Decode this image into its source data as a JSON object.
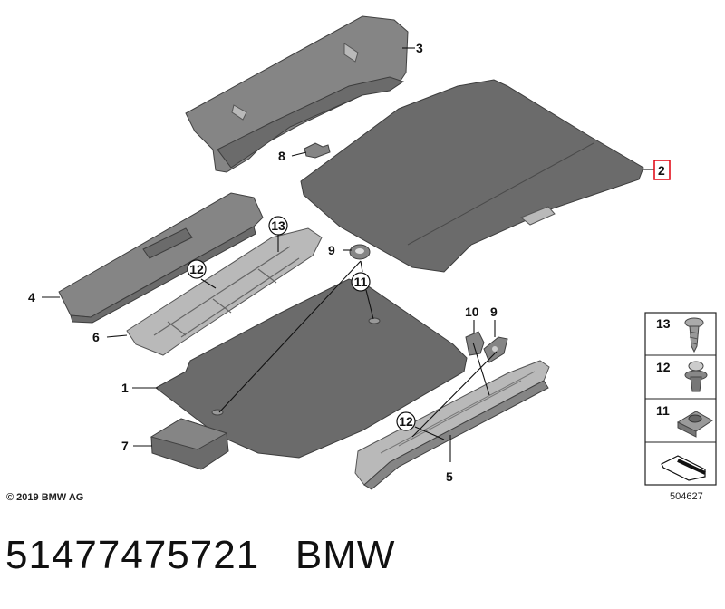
{
  "callouts": {
    "c1": "1",
    "c2": "2",
    "c3": "3",
    "c4": "4",
    "c5": "5",
    "c6": "6",
    "c7": "7",
    "c8": "8",
    "c9a": "9",
    "c9b": "9",
    "c10": "10",
    "c11": "11",
    "c12a": "12",
    "c12b": "12",
    "c13": "13"
  },
  "legend": {
    "items": [
      {
        "label": "13",
        "icon": "screw-icon"
      },
      {
        "label": "12",
        "icon": "expanding-rivet-icon"
      },
      {
        "label": "11",
        "icon": "clip-nut-icon"
      },
      {
        "label": "",
        "icon": "folded-arrow-icon"
      }
    ],
    "ref_number": "504627"
  },
  "copyright": "© 2019 BMW AG",
  "part_number": "51477475721",
  "brand": "BMW",
  "colors": {
    "highlight_box": "#e0000f",
    "part_fill": "#6b6b6b",
    "line": "#111111"
  }
}
